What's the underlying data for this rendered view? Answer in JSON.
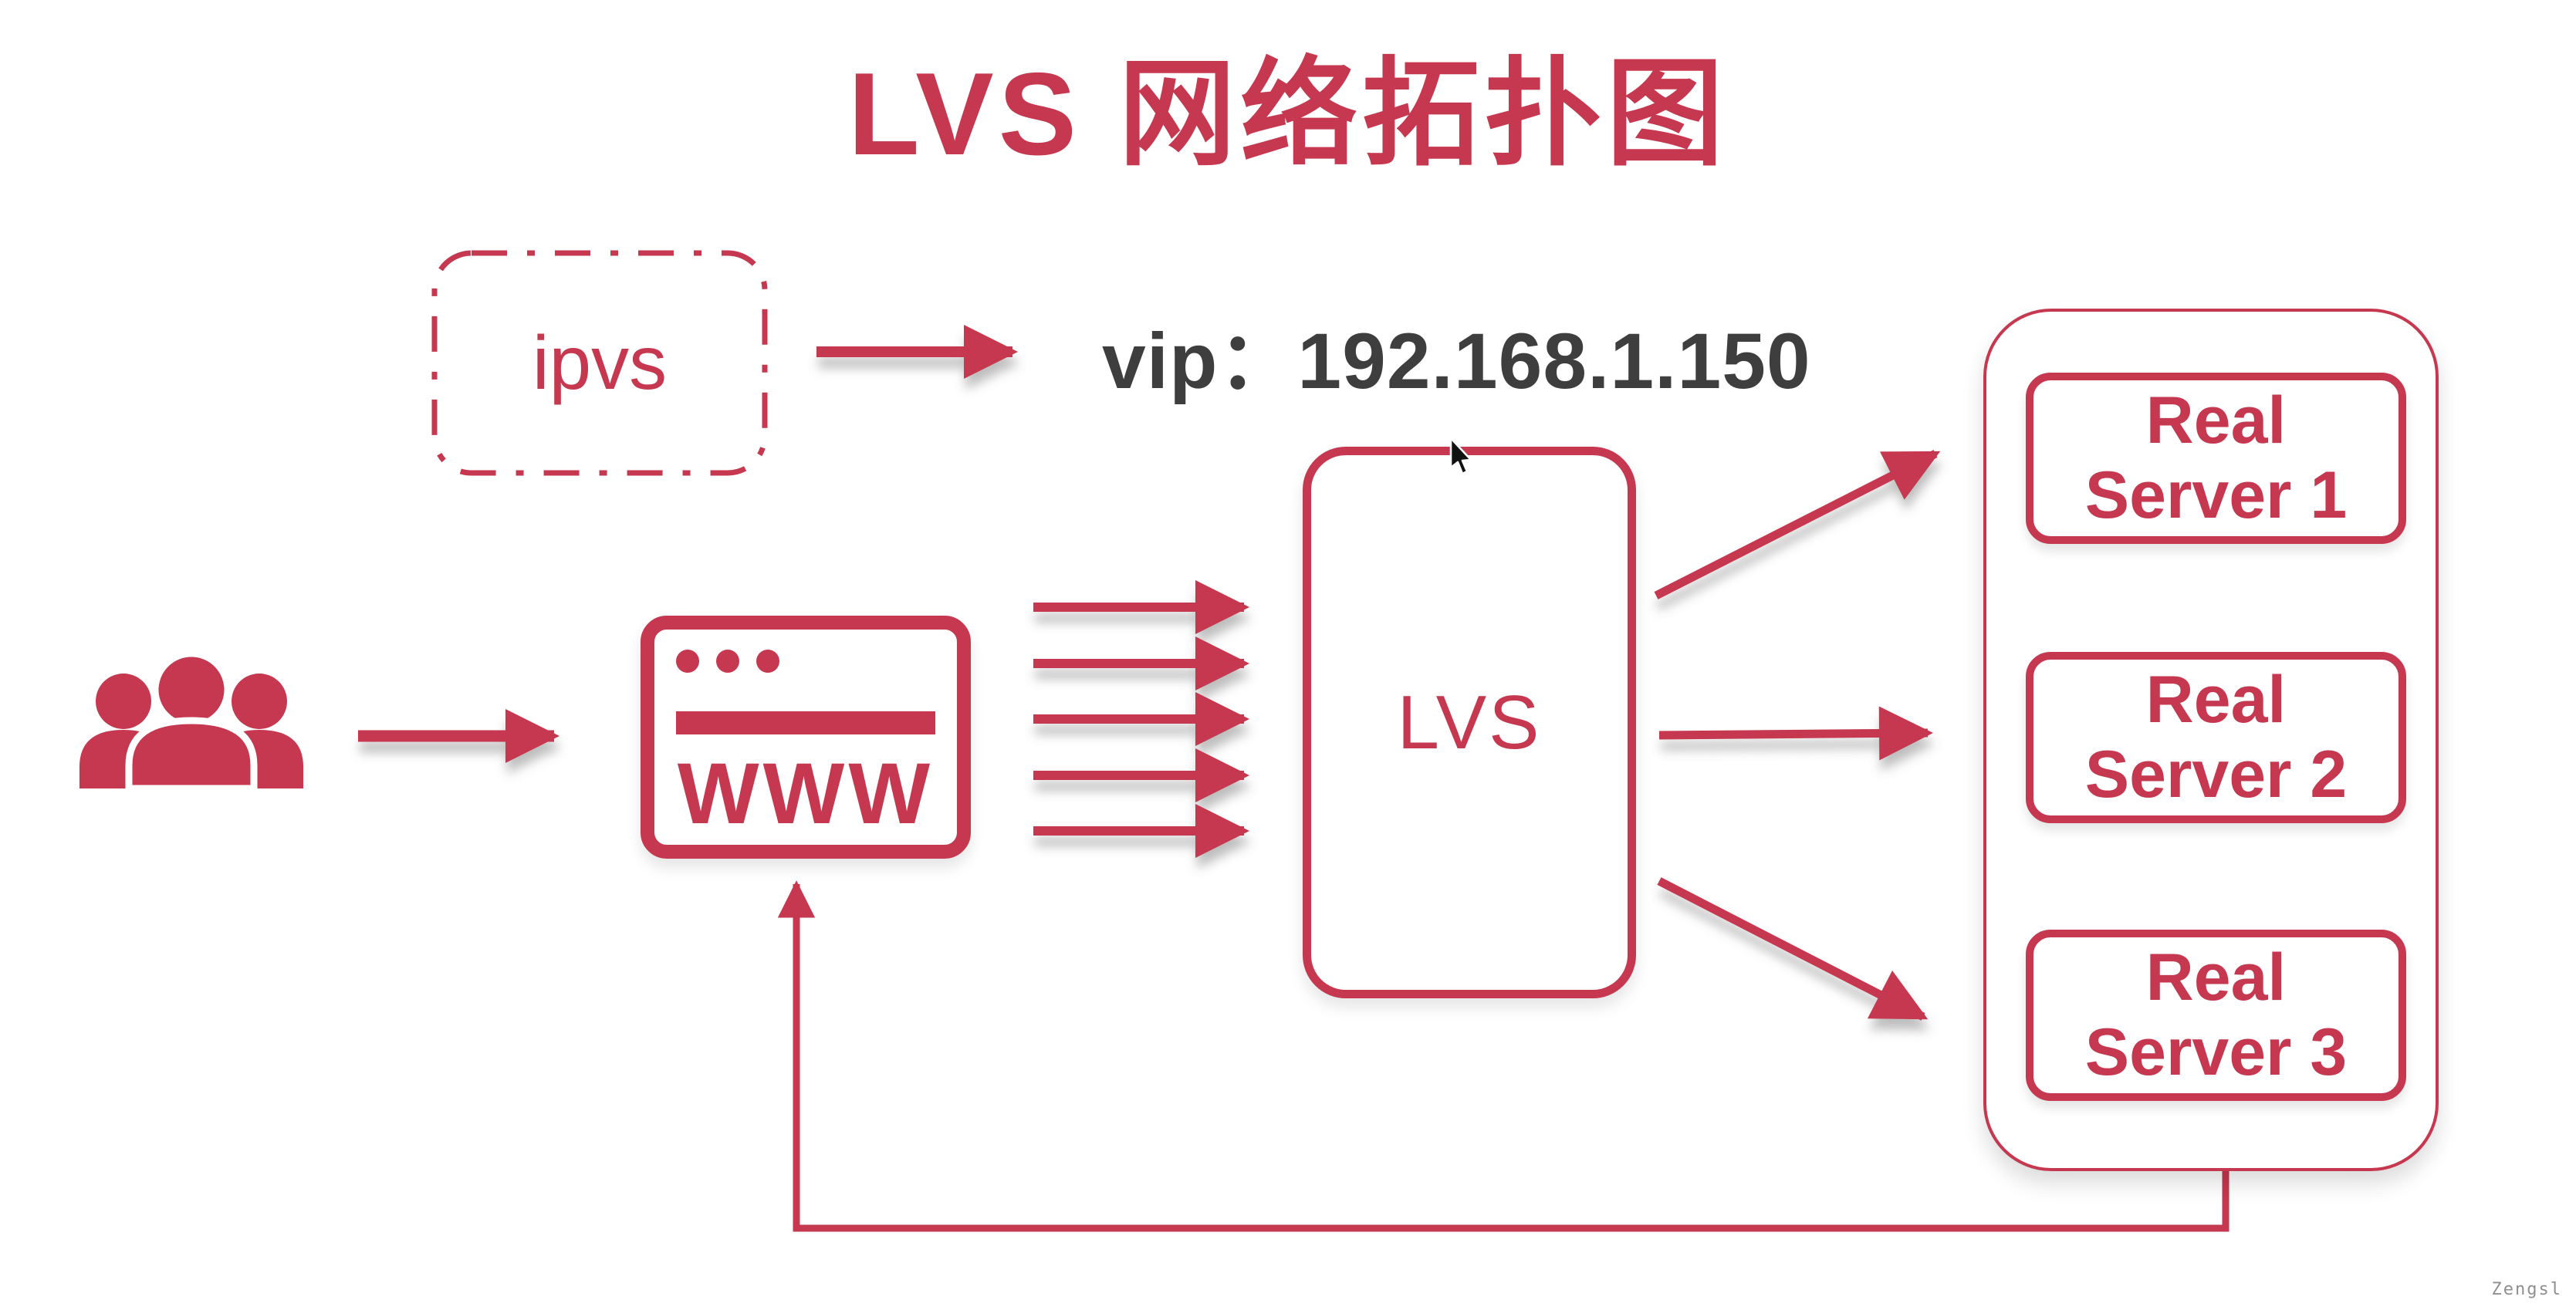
{
  "title": {
    "text": "LVS 网络拓扑图"
  },
  "colors": {
    "accent_red": "#c5384f",
    "vip_text_gray": "#3e3e3e",
    "watermark_gray": "#8f8f8f",
    "background": "#ffffff",
    "cursor_black": "#111111"
  },
  "ipvs_box": {
    "label": "ipvs"
  },
  "vip_label": {
    "text": "vip：192.168.1.150"
  },
  "clients": {
    "icon": "users-group-icon"
  },
  "browser": {
    "label": "WWW",
    "icon": "browser-window-icon"
  },
  "lvs_box": {
    "label": "LVS"
  },
  "real_server_group": {
    "servers": [
      {
        "line1": "Real",
        "line2": "Server 1"
      },
      {
        "line1": "Real",
        "line2": "Server 2"
      },
      {
        "line1": "Real",
        "line2": "Server 3"
      }
    ]
  },
  "cursor": {
    "icon": "mouse-cursor-icon"
  },
  "watermark": {
    "text": "Zengsl"
  }
}
